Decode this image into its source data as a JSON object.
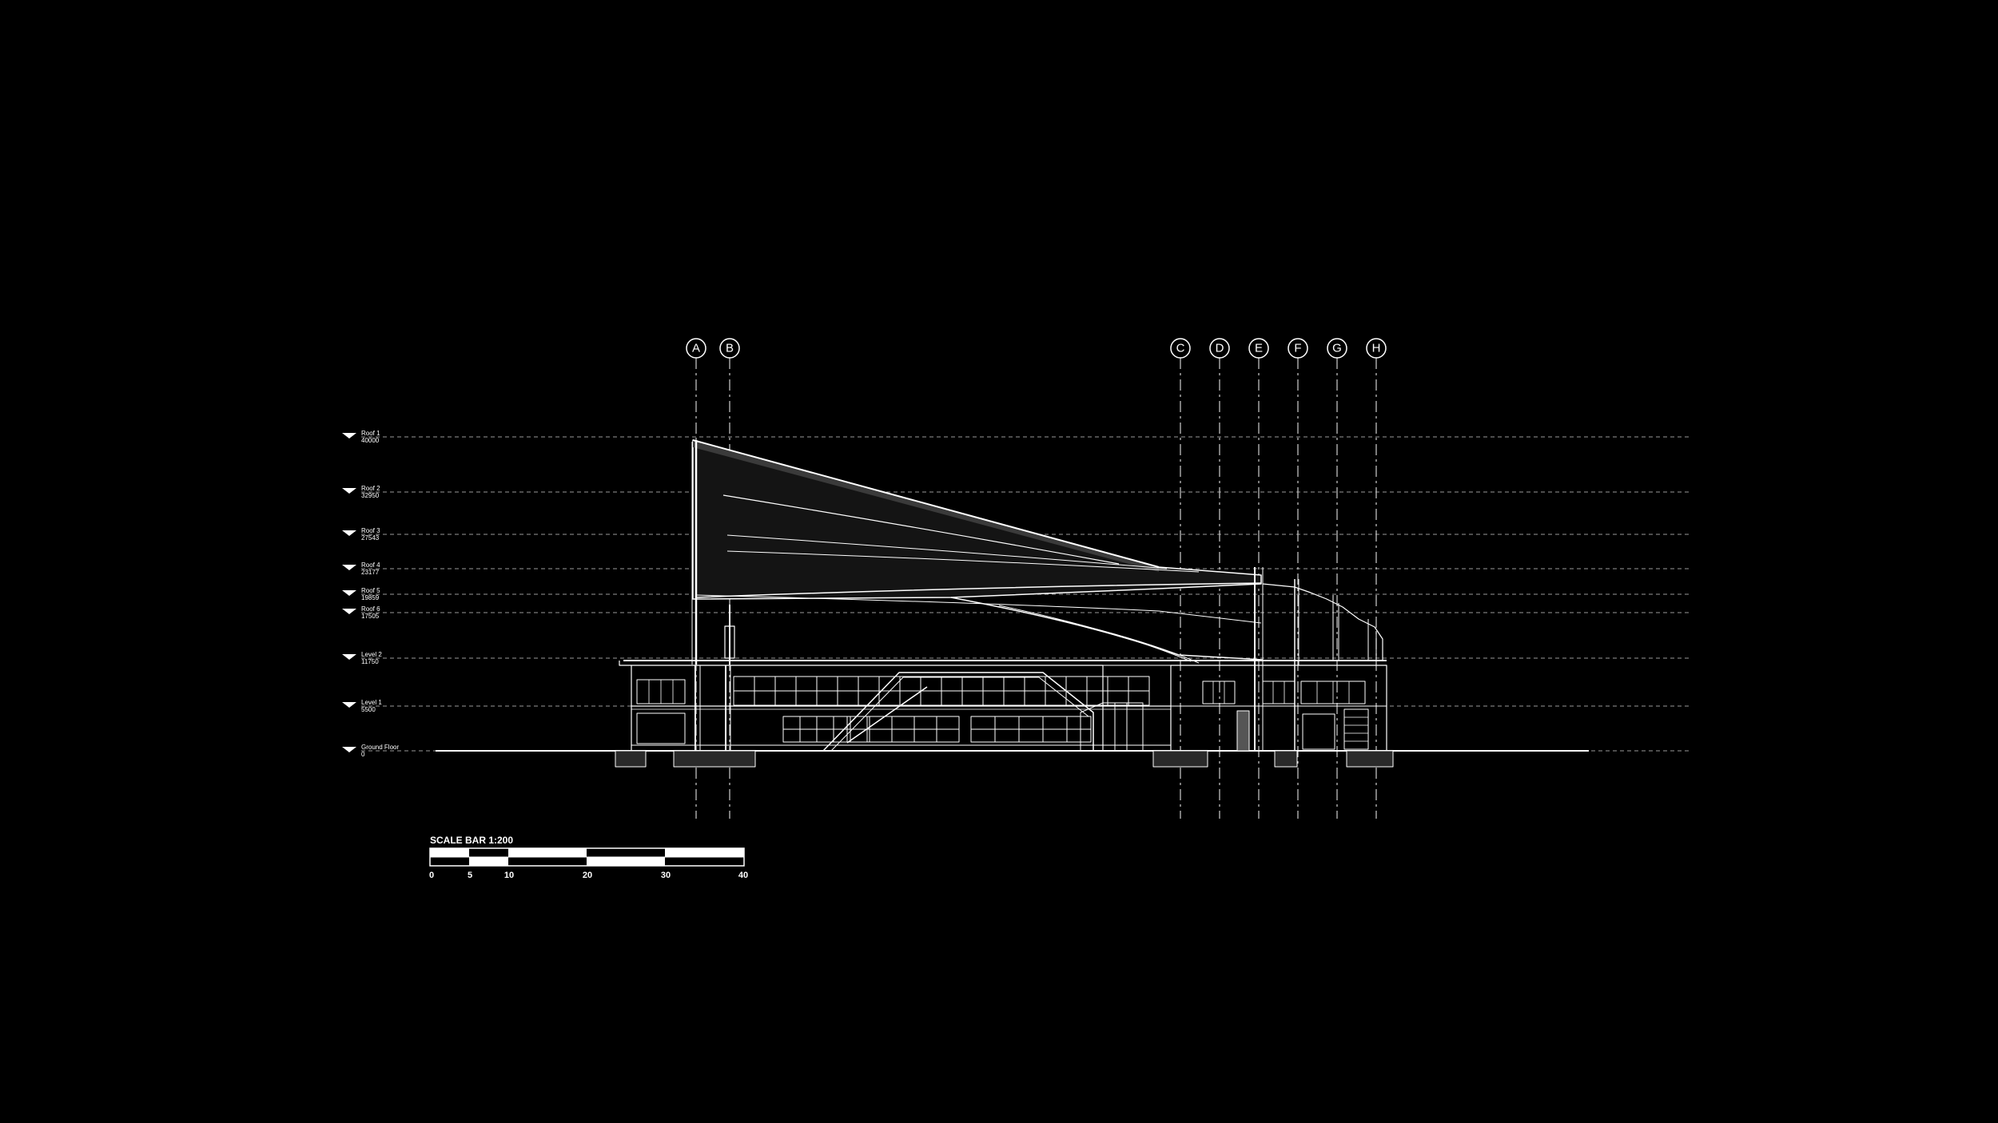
{
  "levels": [
    {
      "name": "Roof 1",
      "elevation": "40000"
    },
    {
      "name": "Roof 2",
      "elevation": "32950"
    },
    {
      "name": "Roof 3",
      "elevation": "27543"
    },
    {
      "name": "Roof 4",
      "elevation": "23177"
    },
    {
      "name": "Roof 5",
      "elevation": "19859"
    },
    {
      "name": "Roof 6",
      "elevation": "17505"
    },
    {
      "name": "Level 2",
      "elevation": "11750"
    },
    {
      "name": "Level 1",
      "elevation": "5500"
    },
    {
      "name": "Ground Floor",
      "elevation": "0"
    }
  ],
  "gridlines": [
    "A",
    "B",
    "C",
    "D",
    "E",
    "F",
    "G",
    "H"
  ],
  "scale_bar": {
    "title": "SCALE BAR 1:200",
    "ticks": [
      "0",
      "5",
      "10",
      "20",
      "30",
      "40"
    ]
  },
  "colors": {
    "background": "#000000",
    "line": "#ffffff"
  }
}
